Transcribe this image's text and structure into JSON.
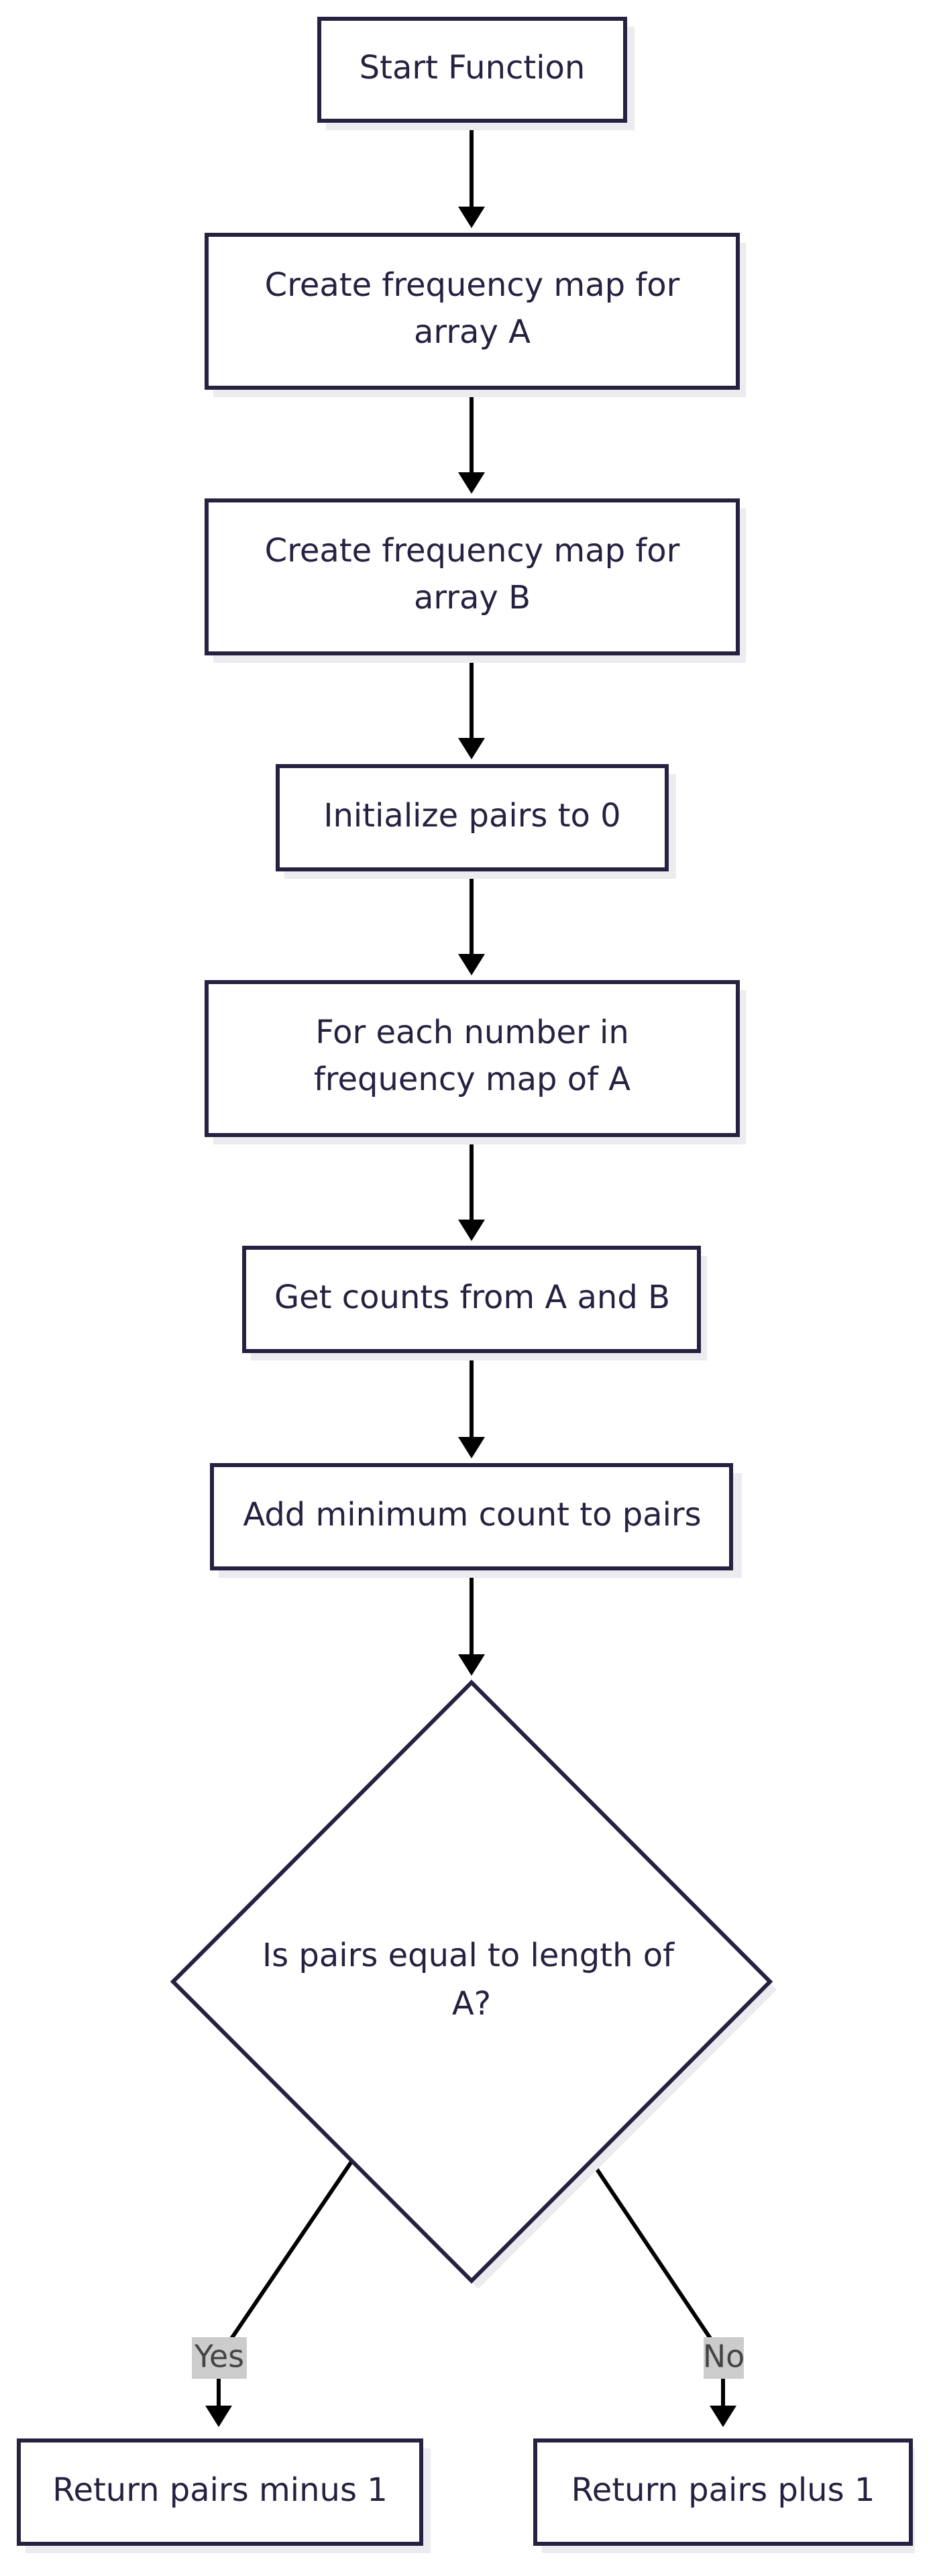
{
  "diagram": {
    "nodes": {
      "start": "Start Function",
      "freq_a_line1": "Create frequency map for",
      "freq_a_line2": "array A",
      "freq_b_line1": "Create frequency map for",
      "freq_b_line2": "array B",
      "init_pairs": "Initialize pairs to 0",
      "loop_line1": "For each number in",
      "loop_line2": "frequency map of A",
      "get_counts": "Get counts from A and B",
      "add_min": "Add minimum count to pairs",
      "decision_line1": "Is pairs equal to length of",
      "decision_line2": "A?",
      "return_minus": "Return pairs minus 1",
      "return_plus": "Return pairs plus 1"
    },
    "edge_labels": {
      "yes": "Yes",
      "no": "No"
    },
    "colors": {
      "node_stroke": "#262140",
      "edge": "#000000",
      "label_bg": "#cccccc"
    }
  }
}
